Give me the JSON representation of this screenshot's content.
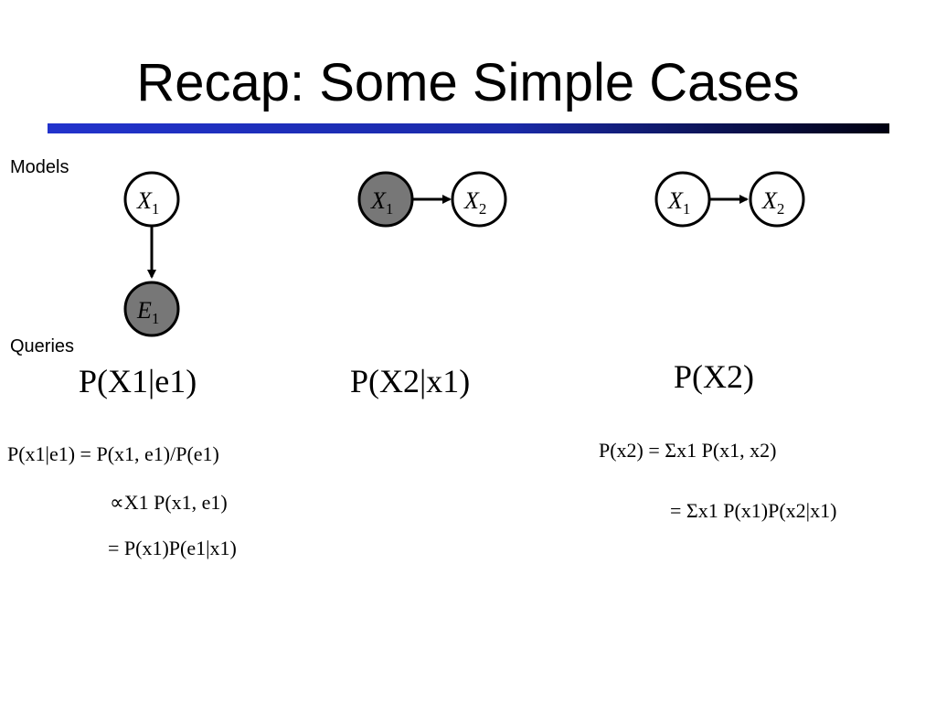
{
  "title": "Recap: Some Simple Cases",
  "labels": {
    "models": "Models",
    "queries": "Queries"
  },
  "nodes": {
    "m1_x": "X",
    "m1_x_sub": "1",
    "m1_e": "E",
    "m1_e_sub": "1",
    "m2_x1": "X",
    "m2_x1_sub": "1",
    "m2_x2": "X",
    "m2_x2_sub": "2",
    "m3_x1": "X",
    "m3_x1_sub": "1",
    "m3_x2": "X",
    "m3_x2_sub": "2"
  },
  "node_styles": {
    "observed_fill": "#777777",
    "unobserved_fill": "#ffffff"
  },
  "queries": {
    "q1": "P(X1|e1)",
    "q2": "P(X2|x1)",
    "q3": "P(X2)"
  },
  "derivations": {
    "d1_line1": "P(x1|e1) = P(x1, e1)/P(e1)",
    "d1_line2": "∝X1 P(x1, e1)",
    "d1_line3": "= P(x1)P(e1|x1)",
    "d3_line1": "P(x2) = Σx1 P(x1, x2)",
    "d3_line2": "= Σx1 P(x1)P(x2|x1)"
  }
}
